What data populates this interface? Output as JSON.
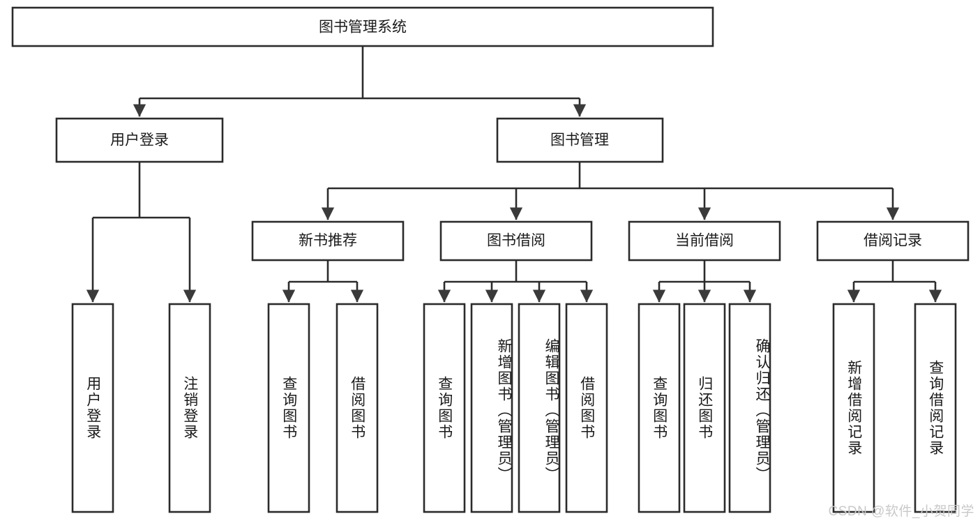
{
  "diagram": {
    "title": "图书管理系统",
    "watermark": "CSDN @软件_小贺同学",
    "theme": {
      "background": "#ffffff",
      "box_stroke": "#2b2b2b",
      "box_fill": "#ffffff",
      "text": "#1a1a1a",
      "arrow_fill": "#3a3a3a",
      "watermark_color": "#c9c9c9"
    },
    "levels": {
      "level1": "root",
      "level2": "modules",
      "level3": "sub-modules",
      "level4": "functions"
    }
  },
  "chart_data": {
    "type": "tree",
    "title": "图书管理系统",
    "orientation": "top-down",
    "root": {
      "label": "图书管理系统",
      "children": [
        {
          "label": "用户登录",
          "children": [
            {
              "label": "用户登录"
            },
            {
              "label": "注销登录"
            }
          ]
        },
        {
          "label": "图书管理",
          "children": [
            {
              "label": "新书推荐",
              "children": [
                {
                  "label": "查询图书"
                },
                {
                  "label": "借阅图书"
                }
              ]
            },
            {
              "label": "图书借阅",
              "children": [
                {
                  "label": "查询图书"
                },
                {
                  "label": "新增图书（管理员）"
                },
                {
                  "label": "编辑图书（管理员）"
                },
                {
                  "label": "借阅图书"
                }
              ]
            },
            {
              "label": "当前借阅",
              "children": [
                {
                  "label": "查询图书"
                },
                {
                  "label": "归还图书"
                },
                {
                  "label": "确认归还（管理员）"
                }
              ]
            },
            {
              "label": "借阅记录",
              "children": [
                {
                  "label": "新增借阅记录"
                },
                {
                  "label": "查询借阅记录"
                }
              ]
            }
          ]
        }
      ]
    }
  },
  "nodes": {
    "root": {
      "label": "图书管理系统"
    },
    "login": {
      "label": "用户登录"
    },
    "book_mgmt": {
      "label": "图书管理"
    },
    "new_book": {
      "label": "新书推荐"
    },
    "borrow": {
      "label": "图书借阅"
    },
    "current": {
      "label": "当前借阅"
    },
    "records": {
      "label": "借阅记录"
    },
    "leaf_login_1": {
      "label": "用户登录"
    },
    "leaf_login_2": {
      "label": "注销登录"
    },
    "leaf_new_1": {
      "label": "查询图书"
    },
    "leaf_new_2": {
      "label": "借阅图书"
    },
    "leaf_borrow_1": {
      "label": "查询图书"
    },
    "leaf_borrow_2": {
      "label": "新增图书（管理员）"
    },
    "leaf_borrow_3": {
      "label": "编辑图书（管理员）"
    },
    "leaf_borrow_4": {
      "label": "借阅图书"
    },
    "leaf_current_1": {
      "label": "查询图书"
    },
    "leaf_current_2": {
      "label": "归还图书"
    },
    "leaf_current_3": {
      "label": "确认归还（管理员）"
    },
    "leaf_records_1": {
      "label": "新增借阅记录"
    },
    "leaf_records_2": {
      "label": "查询借阅记录"
    }
  }
}
